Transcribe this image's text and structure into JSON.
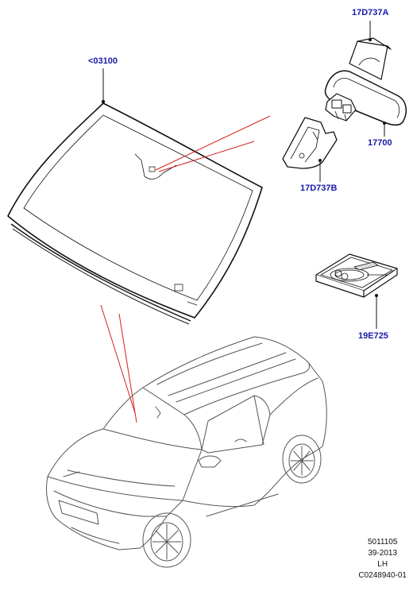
{
  "callouts": {
    "windscreen": "<03100",
    "mirror_cover_top": "17D737A",
    "mirror": "17700",
    "mirror_cover_bottom": "17D737B",
    "repair_kit": "19E725"
  },
  "footer": {
    "line1": "5011105",
    "line2": "39-2013",
    "line3": "LH",
    "line4": "C0248940-01"
  },
  "colors": {
    "callout_text": "#1a1aa8",
    "leader_red": "#d42020",
    "line_art": "#111111"
  }
}
